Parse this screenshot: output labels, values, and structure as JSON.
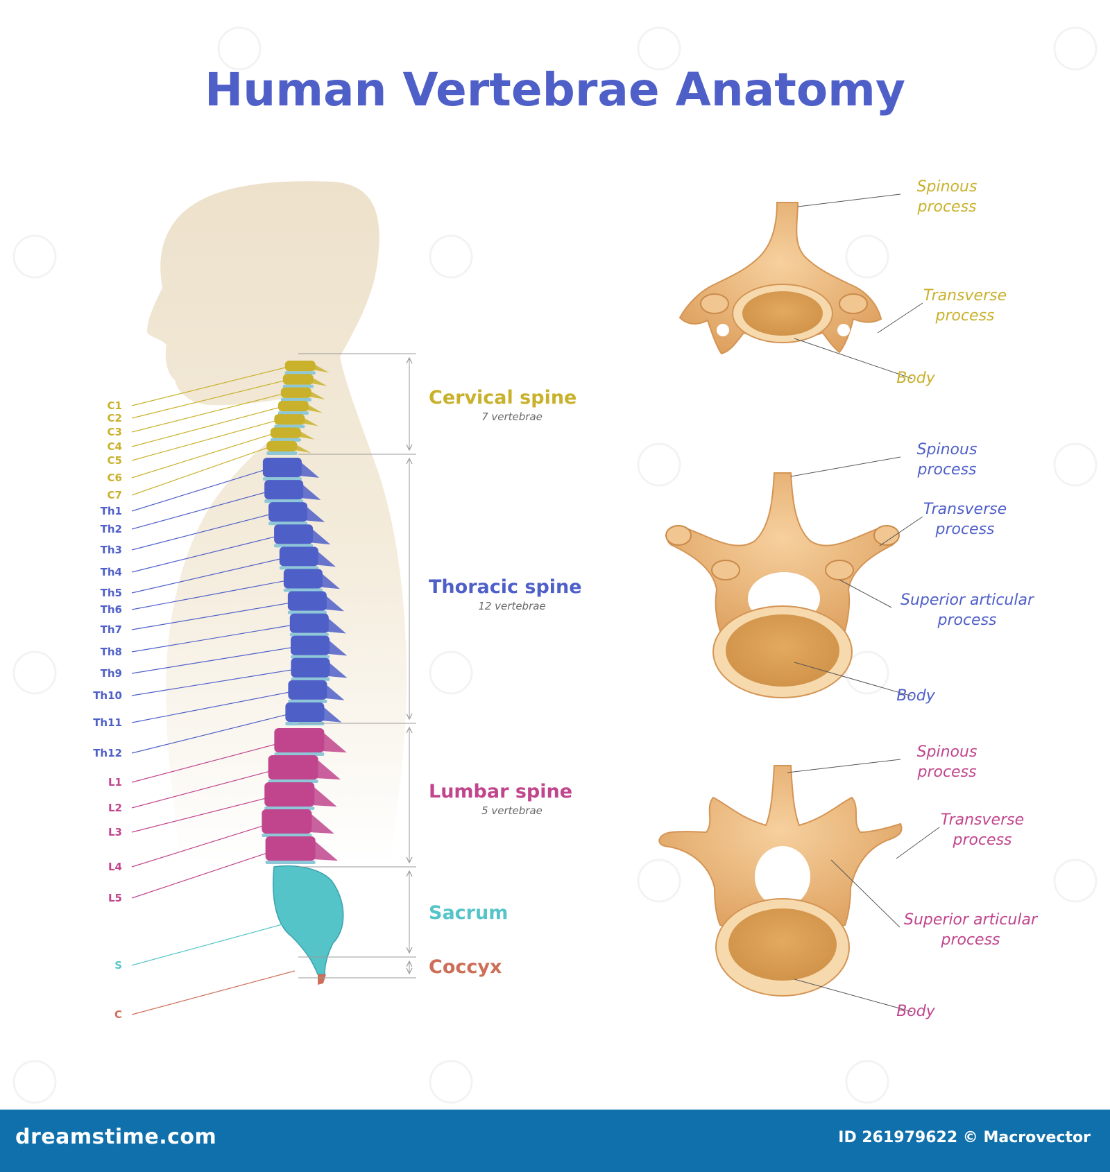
{
  "title": "Human Vertebrae Anatomy",
  "colors": {
    "title": "#4f5fc8",
    "cervical": "#c9b12c",
    "thoracic": "#4f5fc8",
    "lumbar": "#c0458d",
    "sacrum": "#55c4c8",
    "coccyx": "#cd6e58",
    "bone": "#e7b071",
    "body_silhouette": "#ede1cb"
  },
  "vertebra_labels": [
    {
      "label": "C1",
      "group": "cervical"
    },
    {
      "label": "C2",
      "group": "cervical"
    },
    {
      "label": "C3",
      "group": "cervical"
    },
    {
      "label": "C4",
      "group": "cervical"
    },
    {
      "label": "C5",
      "group": "cervical"
    },
    {
      "label": "C6",
      "group": "cervical"
    },
    {
      "label": "C7",
      "group": "cervical"
    },
    {
      "label": "Th1",
      "group": "thoracic"
    },
    {
      "label": "Th2",
      "group": "thoracic"
    },
    {
      "label": "Th3",
      "group": "thoracic"
    },
    {
      "label": "Th4",
      "group": "thoracic"
    },
    {
      "label": "Th5",
      "group": "thoracic"
    },
    {
      "label": "Th6",
      "group": "thoracic"
    },
    {
      "label": "Th7",
      "group": "thoracic"
    },
    {
      "label": "Th8",
      "group": "thoracic"
    },
    {
      "label": "Th9",
      "group": "thoracic"
    },
    {
      "label": "Th10",
      "group": "thoracic"
    },
    {
      "label": "Th11",
      "group": "thoracic"
    },
    {
      "label": "Th12",
      "group": "thoracic"
    },
    {
      "label": "L1",
      "group": "lumbar"
    },
    {
      "label": "L2",
      "group": "lumbar"
    },
    {
      "label": "L3",
      "group": "lumbar"
    },
    {
      "label": "L4",
      "group": "lumbar"
    },
    {
      "label": "L5",
      "group": "lumbar"
    },
    {
      "label": "S",
      "group": "sacrum"
    },
    {
      "label": "C",
      "group": "coccyx"
    }
  ],
  "regions": [
    {
      "name": "Cervical spine",
      "count": "7 vertebrae",
      "group": "cervical"
    },
    {
      "name": "Thoracic spine",
      "count": "12 vertebrae",
      "group": "thoracic"
    },
    {
      "name": "Lumbar spine",
      "count": "5 vertebrae",
      "group": "lumbar"
    },
    {
      "name": "Sacrum",
      "count": "",
      "group": "sacrum"
    },
    {
      "name": "Coccyx",
      "count": "",
      "group": "coccyx"
    }
  ],
  "cross_sections": [
    {
      "group": "cervical",
      "labels": [
        "Spinous process",
        "Transverse process",
        "Body"
      ]
    },
    {
      "group": "thoracic",
      "labels": [
        "Spinous process",
        "Transverse process",
        "Superior articular process",
        "Body"
      ]
    },
    {
      "group": "lumbar",
      "labels": [
        "Spinous process",
        "Transverse process",
        "Superior articular process",
        "Body"
      ]
    }
  ],
  "footer": {
    "brand": "dreamstime.com",
    "credit": "ID 261979622 © Macrovector"
  }
}
